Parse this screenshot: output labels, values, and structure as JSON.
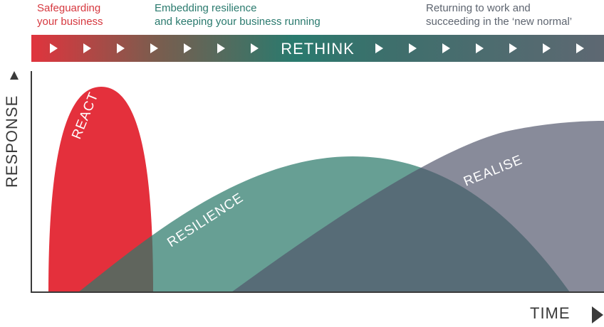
{
  "phases": [
    {
      "text": "Safeguarding\nyour business",
      "color": "#d6383f"
    },
    {
      "text": "Embedding resilience\nand keeping your business running",
      "color": "#2a7a6e"
    },
    {
      "text": "Returning to work and\nsucceeding in the ‘new normal’",
      "color": "#5e6570"
    }
  ],
  "banner": {
    "title": "RETHINK"
  },
  "stages": {
    "react": {
      "label": "REACT",
      "color": "#e4303c"
    },
    "resilience": {
      "label": "RESILIENCE",
      "color": "#4a8c7f"
    },
    "realise": {
      "label": "REALISE",
      "color": "#6b6e7c"
    }
  },
  "axes": {
    "y": "RESPONSE",
    "x": "TIME",
    "color": "#3a3a3a"
  }
}
